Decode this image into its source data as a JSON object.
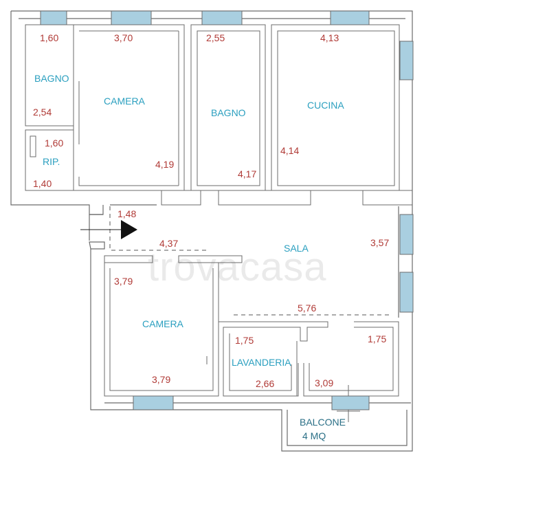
{
  "rooms": {
    "bagno_small": "BAGNO",
    "camera_top": "CAMERA",
    "bagno_mid": "BAGNO",
    "cucina": "CUCINA",
    "rip": "RIP.",
    "sala": "SALA",
    "camera_bottom": "CAMERA",
    "lavanderia": "LAVANDERIA",
    "balcone": "BALCONE",
    "balcone_area": "4 MQ"
  },
  "dimensions": {
    "bagno_small_w": "1,60",
    "bagno_small_h": "2,54",
    "camera_top_w": "3,70",
    "camera_top_h": "4,19",
    "bagno_mid_w": "2,55",
    "bagno_mid_h": "4,17",
    "cucina_w": "4,13",
    "cucina_h": "4,14",
    "rip_w": "1,60",
    "rip_h": "1,40",
    "entry": "1,48",
    "hall": "4,37",
    "sala_h": "3,57",
    "sala_w": "5,76",
    "camera_bottom_h": "3,79",
    "camera_bottom_w": "3,79",
    "lav_h": "1,75",
    "lav_w": "2,66",
    "right_h": "1,75",
    "right_w": "3,09"
  },
  "watermark": "trovacasa",
  "colors": {
    "dimension_text": "#b03a36",
    "room_text": "#2a9fbf",
    "window_fill": "#a9cfe0",
    "wall_stroke": "#6b6b6b"
  }
}
